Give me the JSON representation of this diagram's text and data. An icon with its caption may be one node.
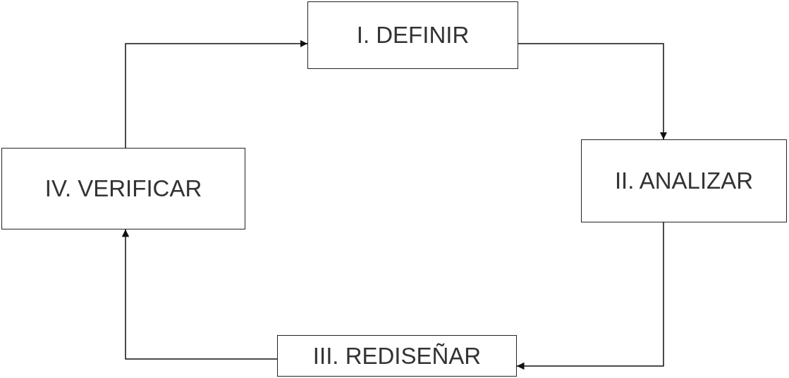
{
  "diagram": {
    "nodes": [
      {
        "text": [
          "I. DEFINIR"
        ]
      },
      {
        "text": [
          "II. ANALIZAR"
        ]
      },
      {
        "text": [
          "III. REDISEÑAR"
        ]
      },
      {
        "text": [
          "IV. VERIFICAR"
        ]
      }
    ],
    "edges": [
      {
        "from": 0,
        "to": 1,
        "arrow": "to"
      },
      {
        "from": 1,
        "to": 2,
        "arrow": "to"
      },
      {
        "from": 2,
        "to": 3,
        "arrow": "to"
      },
      {
        "from": 3,
        "to": 0,
        "arrow": "to"
      }
    ]
  }
}
